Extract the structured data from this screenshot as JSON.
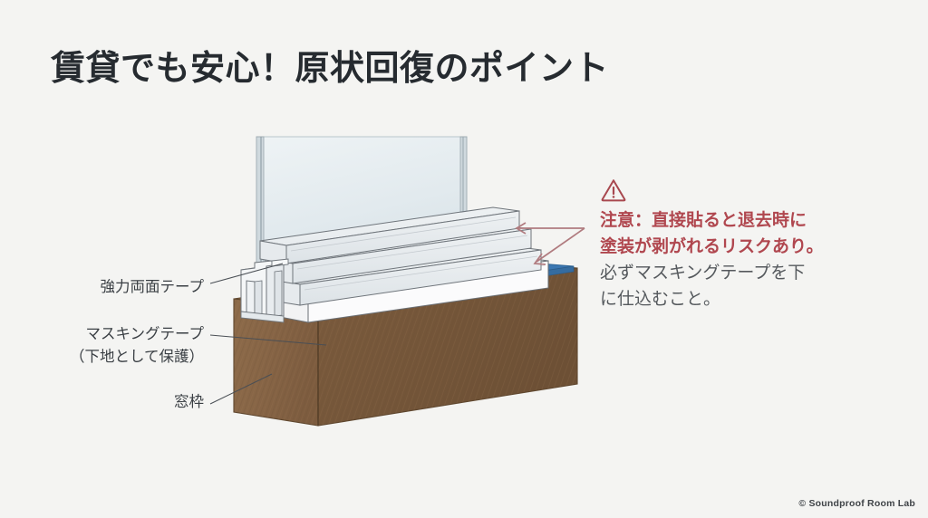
{
  "slide": {
    "background_color": "#f4f4f2",
    "title": "賃貸でも安心！原状回復のポイント",
    "title_color": "#262b30"
  },
  "labels": [
    {
      "id": "strong-double-sided-tape",
      "text": "強力両面テープ",
      "color": "#3a3f44"
    },
    {
      "id": "masking-tape",
      "text": "マスキングテープ",
      "subtext": "（下地として保護）",
      "color": "#3a3f44"
    },
    {
      "id": "window-frame",
      "text": "窓枠",
      "color": "#3a3f44"
    }
  ],
  "warning": {
    "icon": "warning-triangle-icon",
    "icon_color": "#a8484f",
    "alert_color": "#b0474f",
    "note_color": "#55595d",
    "lines": [
      {
        "text": "注意：直接貼ると退去時に",
        "style": "alert"
      },
      {
        "text": "塗装が剥がれるリスクあり。",
        "style": "alert"
      },
      {
        "text": "必ずマスキングテープを下",
        "style": "note"
      },
      {
        "text": "に仕込むこと。",
        "style": "note"
      }
    ]
  },
  "illustration": {
    "name": "window-sill-tape-cross-section",
    "parts": [
      {
        "name": "wooden-window-frame",
        "color": "#8a6848"
      },
      {
        "name": "masking-tape-layer",
        "color": "#3d7cb8"
      },
      {
        "name": "double-sided-tape-strip",
        "color": "#ffffff"
      },
      {
        "name": "aluminum-sash-profile",
        "color": "#e9ecee"
      },
      {
        "name": "glass-pane",
        "color": "#dfe7ea"
      }
    ],
    "arrow_color": "#b07b7f",
    "leader_line_color": "#4a4f55"
  },
  "footer": {
    "text": "© Soundproof Room Lab",
    "color": "#3f4347"
  }
}
